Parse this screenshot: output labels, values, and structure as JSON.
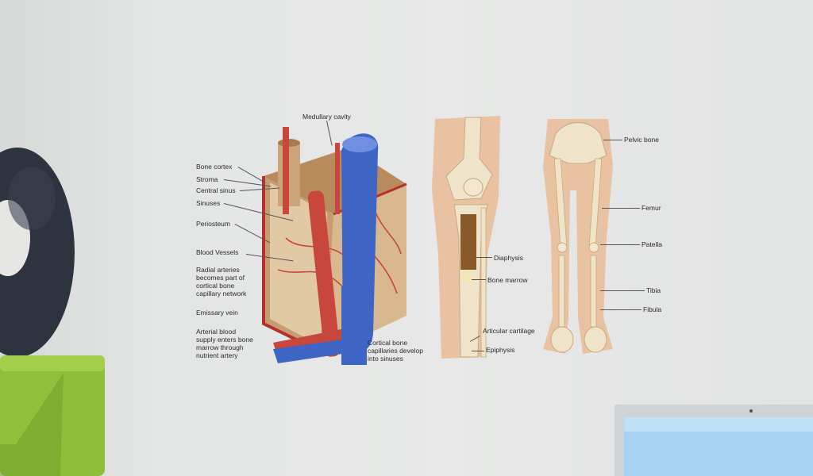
{
  "labels": {
    "medullary_cavity": "Medullary cavity",
    "bone_cortex": "Bone cortex",
    "stroma": "Stroma",
    "central_sinus": "Central sinus",
    "sinuses": "Sinuses",
    "periosteum": "Periosteum",
    "blood_vessels": "Blood Vessels",
    "radial_arteries": "Radial arteries\nbecomes part of\ncortical bone\ncapillary network",
    "emissary_vein": "Emissary vein",
    "arterial_blood": "Arterial blood\nsupply enters bone\nmarrow through\nnutrient artery",
    "cortical_capillaries": "Cortical bone\ncapillaries develop\ninto sinuses",
    "diaphysis": "Diaphysis",
    "bone_marrow": "Bone marrow",
    "articular_cartilage": "Articular cartilage",
    "epiphysis": "Epiphysis",
    "pelvic_bone": "Pelvic bone",
    "femur": "Femur",
    "patella": "Patella",
    "tibia": "Tibia",
    "fibula": "Fibula"
  },
  "colors": {
    "wall": "#e6e7e6",
    "skin": "#e9c2a2",
    "bone": "#efe3c9",
    "artery": "#c8473c",
    "vein": "#3e64c4",
    "marrow": "#8a5a2b",
    "sofa_green": "#8fbf3a",
    "cushion_dark": "#2e3340"
  }
}
